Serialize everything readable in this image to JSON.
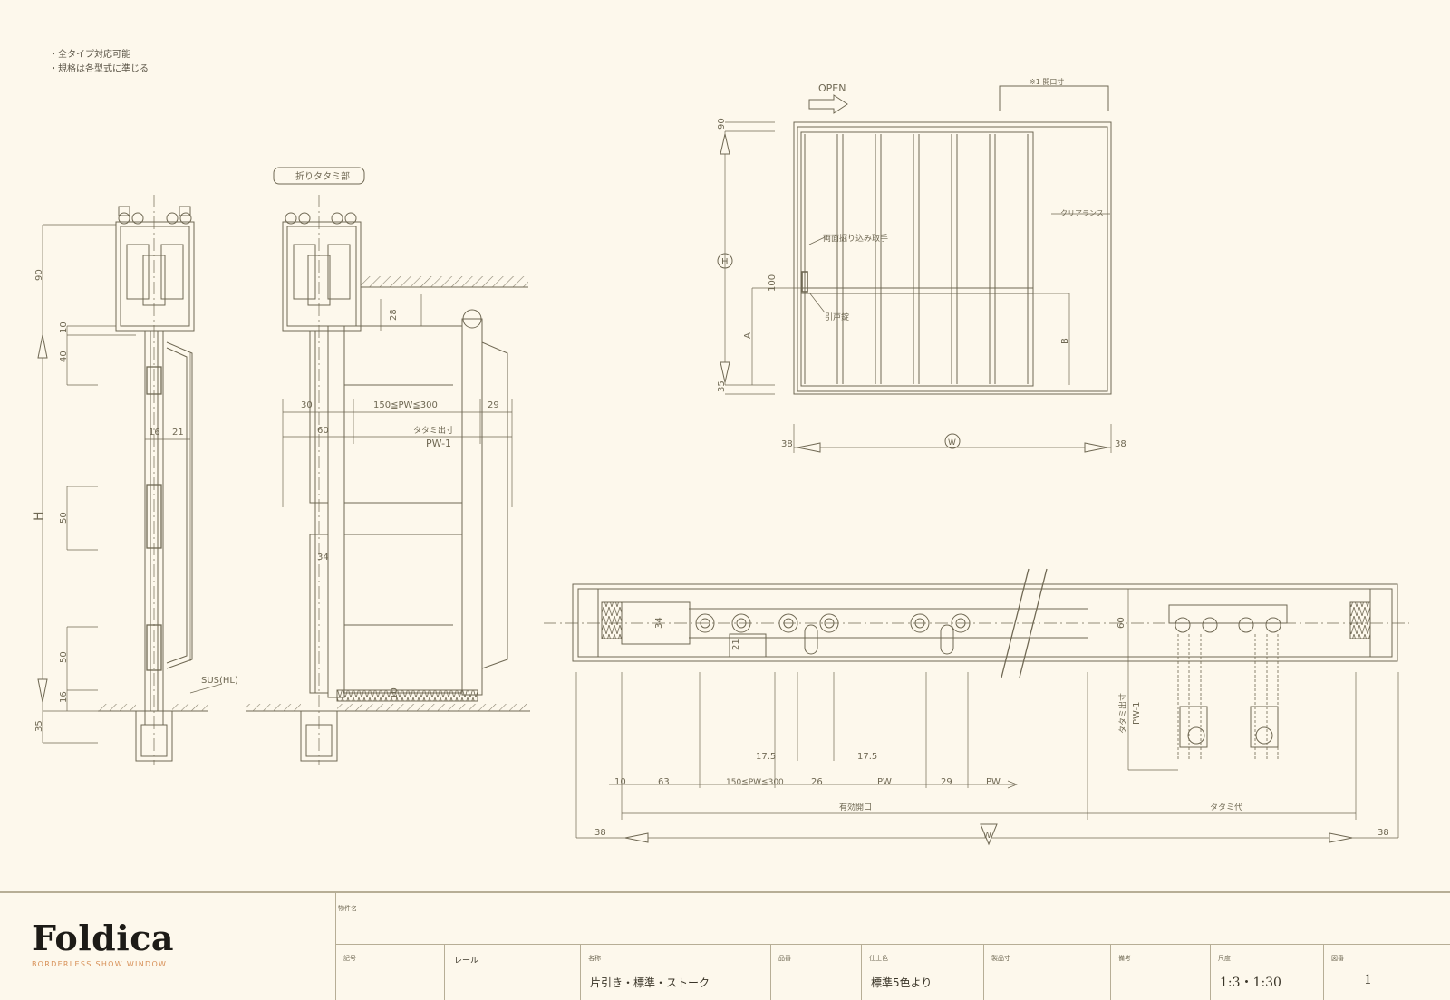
{
  "notes": [
    "・全タイプ対応可能",
    "・規格は各型式に準じる"
  ],
  "section_labels": {
    "folding_section": "折りタタミ部",
    "open": "OPEN",
    "opening_note": "※1 開口寸",
    "handle": "両面掘り込み取手",
    "pin": "引戸錠",
    "susp": "SUS(HL)",
    "gap": "クリアランス",
    "effective_opening": "有効開口",
    "fold_allowance": "タタミ代",
    "fold_out": "タタミ出寸",
    "fold_out2": "タタミ出寸"
  },
  "dims_left_section": {
    "h_90": "90",
    "h_10": "10",
    "h_40": "40",
    "H": "H",
    "h_50a": "50",
    "h_50b": "50",
    "h_16": "16",
    "h_35": "35",
    "d_16": "16",
    "d_21": "21"
  },
  "dims_mid_section": {
    "d_30": "30",
    "d_range": "150≦PW≦300",
    "d_29": "29",
    "d_60": "60",
    "pw1": "PW-1",
    "d_28": "28",
    "d_34": "34",
    "d_10": "10"
  },
  "dims_elevation": {
    "top_90": "90",
    "H": "H",
    "d_100": "100",
    "A": "A",
    "B": "B",
    "bottom_35": "35",
    "left_38": "38",
    "W": "W",
    "right_38": "38"
  },
  "dims_plan": {
    "d_34": "34",
    "d_21": "21",
    "d_60": "60",
    "d_17_5a": "17.5",
    "d_17_5b": "17.5",
    "d_10": "10",
    "d_63": "63",
    "d_range": "150≦PW≦300",
    "d_26": "26",
    "pw_a": "PW",
    "d_29": "29",
    "pw_b": "PW",
    "pw1": "PW-1",
    "left_38": "38",
    "W": "W",
    "right_38": "38"
  },
  "brand": {
    "name": "Foldica",
    "tagline": "BORDERLESS SHOW WINDOW"
  },
  "titleblock": {
    "project_label": "物件名",
    "cells": [
      {
        "label": "記号",
        "value": ""
      },
      {
        "label": "",
        "value": "レール"
      },
      {
        "label": "名称",
        "value": "片引き・標準・ストーク"
      },
      {
        "label": "品番",
        "value": ""
      },
      {
        "label": "仕上色",
        "value": "標準5色より"
      },
      {
        "label": "製品寸",
        "value": ""
      },
      {
        "label": "備考",
        "value": ""
      },
      {
        "label": "尺度",
        "value": "1:3・1:30"
      },
      {
        "label": "図番",
        "value": "1"
      }
    ]
  },
  "colors": {
    "background": "#fdf8ec",
    "line": "#6f6853",
    "hatch": "#8a8370",
    "brand_accent": "#d78f56"
  }
}
